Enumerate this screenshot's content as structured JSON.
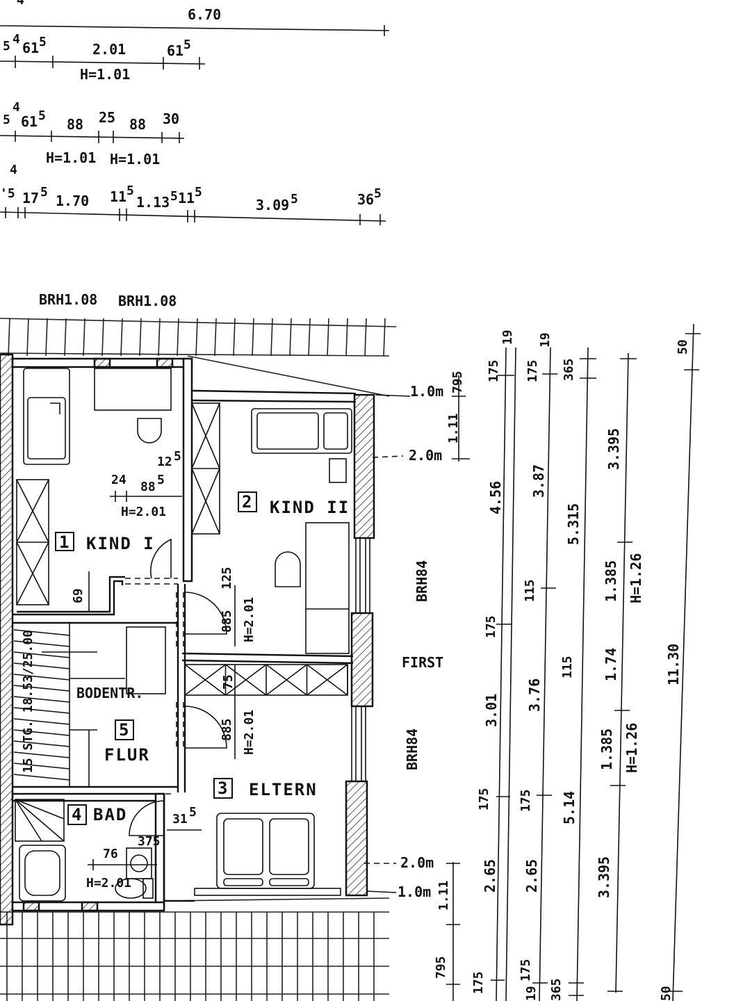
{
  "top_dims": {
    "row1_total": "6.70",
    "row1_small": "4",
    "row2_a": "5",
    "row2_b": "4",
    "row2_c": "61",
    "row2_c_sup": "5",
    "row2_d": "2.01",
    "row2_e": "61",
    "row2_e_sup": "5",
    "row2_h": "H=1.01",
    "row3_top": "4",
    "row3_a": "5",
    "row3_b": "61",
    "row3_b_sup": "5",
    "row3_c": "88",
    "row3_d": "25",
    "row3_e": "88",
    "row3_f": "30",
    "row3_h1": "H=1.01",
    "row3_h2": "H=1.01",
    "row4_top": "4",
    "row4_a": "'5",
    "row4_b": "17",
    "row4_b_sup": "5",
    "row4_c": "1.70",
    "row4_d": "11",
    "row4_d_sup": "5",
    "row4_e": "1.13",
    "row4_e_sup": "5",
    "row4_f": "11",
    "row4_f_sup": "5",
    "row4_g": "3.09",
    "row4_g_sup": "5",
    "row4_h": "36",
    "row4_h_sup": "5"
  },
  "brh_labels": [
    "BRH1.08",
    "BRH1.08"
  ],
  "rooms": {
    "kind1": {
      "number": "1",
      "name": "KIND I"
    },
    "kind2": {
      "number": "2",
      "name": "KIND II"
    },
    "eltern": {
      "number": "3",
      "name": "ELTERN"
    },
    "bad": {
      "number": "4",
      "name": "BAD"
    },
    "flur": {
      "number": "5",
      "name": "FLUR"
    }
  },
  "labels": {
    "bodentr": "BODENTR.",
    "stairs": "15 STG. 18.53/25.00",
    "first": "FIRST",
    "brh84_upper": "BRH84",
    "brh84_lower": "BRH84",
    "height_10_top": "1.0m",
    "height_20_top": "2.0m",
    "height_20_bottom": "2.0m",
    "height_10_bottom": "1.0m"
  },
  "interior_dims": {
    "kind1_24": "24",
    "kind1_885": "88",
    "kind1_885_sup": "5",
    "kind1_h": "H=2.01",
    "kind1_125": "12",
    "kind1_125_sup": "5",
    "kind1_69": "69",
    "door2_885": "885",
    "door2_125": "125",
    "door2_h": "H=2.01",
    "door3_885": "885",
    "door3_75": "75",
    "door3_h": "H=2.01",
    "bad_315": "31",
    "bad_315_sup": "5",
    "bad_375": "375",
    "bad_76": "76",
    "bad_h": "H=2.01"
  },
  "right_dims": {
    "c1_795_top": "795",
    "c1_111_top": "1.11",
    "c1_111_bottom": "1.11",
    "c1_795_bottom": "795",
    "c2_175_top": "175",
    "c2_456": "4.56",
    "c2_175_mid": "175",
    "c2_301": "3.01",
    "c2_175_low": "175",
    "c2_265": "2.65",
    "c2_175_bottom": "175",
    "c3_19_top": "19",
    "c3_175_top": "175",
    "c3_387": "3.87",
    "c3_115_a": "115",
    "c3_376": "3.76",
    "c3_175_low": "175",
    "c3_265": "2.65",
    "c3_175_bottom": "175",
    "c3_19_bottom": "19",
    "c4_19_top": "19",
    "c4_365_top": "365",
    "c4_5315": "5.315",
    "c4_115": "115",
    "c4_514": "5.14",
    "c4_365_bottom": "365",
    "c5_3395_top": "3.395",
    "c5_1385_top": "1.385",
    "c5_h126_top": "H=1.26",
    "c5_174": "1.74",
    "c5_1385_bottom": "1.385",
    "c5_h126_bottom": "H=1.26",
    "c5_3395_bottom": "3.395",
    "c6_50_top": "50",
    "c6_1130": "11.30",
    "c6_50_bottom": "50"
  }
}
